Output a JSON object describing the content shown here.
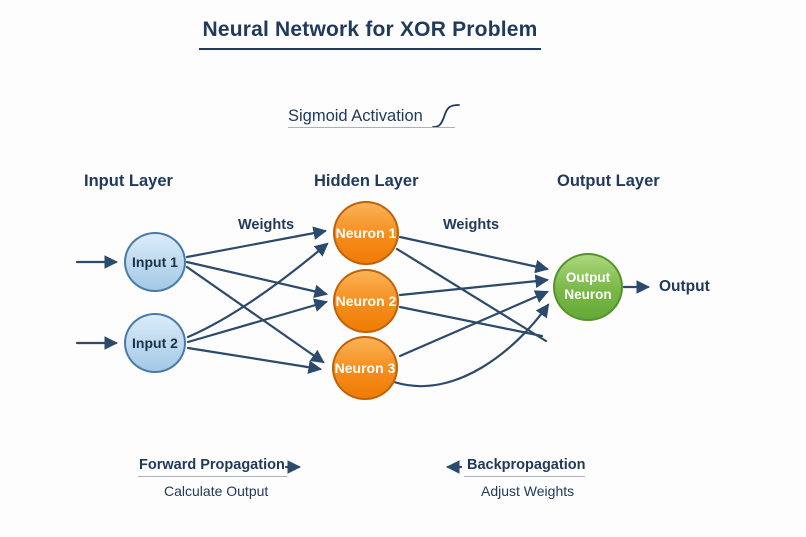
{
  "title": "Neural Network for XOR Problem",
  "activation": {
    "label": "Sigmoid Activation",
    "icon": "sigmoid-curve-icon"
  },
  "layers": {
    "input": {
      "label": "Input Layer",
      "nodes": [
        {
          "label": "Input 1"
        },
        {
          "label": "Input 2"
        }
      ]
    },
    "hidden": {
      "label": "Hidden Layer",
      "nodes": [
        {
          "label": "Neuron 1"
        },
        {
          "label": "Neuron 2"
        },
        {
          "label": "Neuron 3"
        }
      ]
    },
    "output": {
      "label": "Output Layer",
      "nodes": [
        {
          "label": "Output Neuron"
        }
      ]
    }
  },
  "edge_labels": {
    "weights_left": "Weights",
    "weights_right": "Weights"
  },
  "output_arrow_label": "Output",
  "legend": {
    "forward": {
      "title": "Forward Propagation",
      "subtitle": "Calculate Output"
    },
    "backward": {
      "title": "Backpropagation",
      "subtitle": "Adjust Weights"
    }
  },
  "colors": {
    "text_navy": "#213a5c",
    "line": "#2c4a6b",
    "input_fill": "#bcd8ee",
    "input_border": "#4a7aa8",
    "hidden_fill": "#f68c1c",
    "hidden_border": "#bf6209",
    "output_fill": "#79b847",
    "output_border": "#55922c",
    "underline_gray": "#aab3bf"
  }
}
